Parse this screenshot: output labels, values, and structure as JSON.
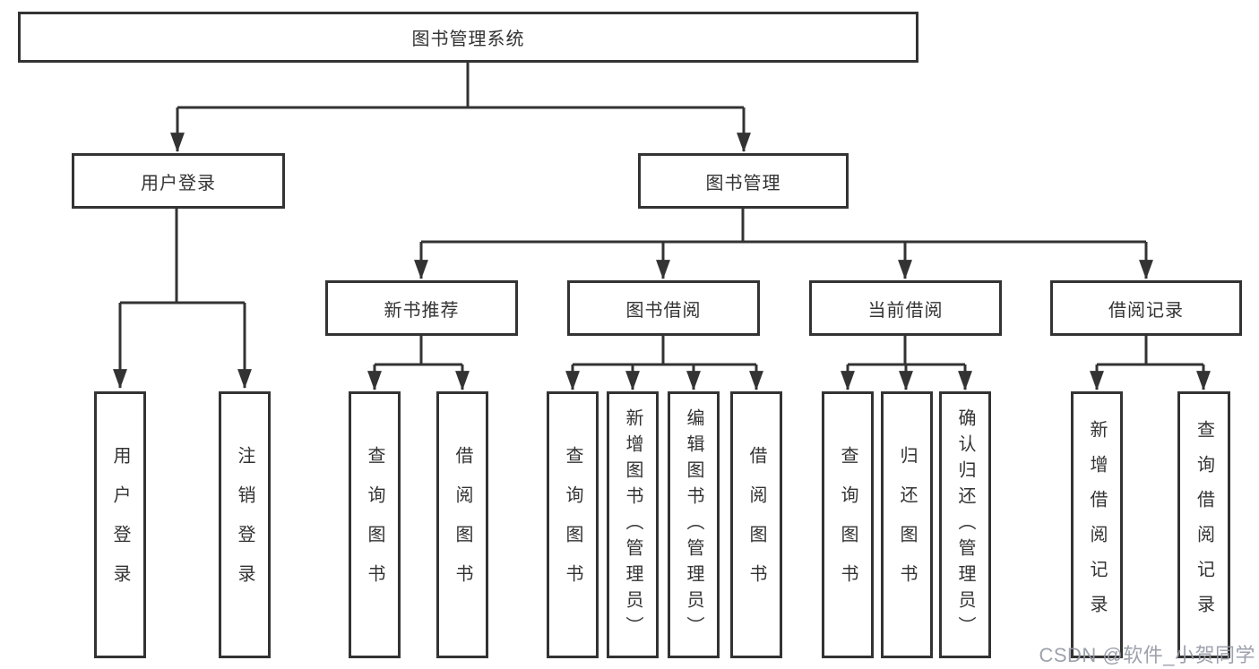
{
  "colors": {
    "line": "#333333",
    "box-border": "#333333",
    "text": "#333333",
    "bg": "#ffffff",
    "watermark": "#959aa6"
  },
  "nodes": {
    "root": "图书管理系统",
    "level2": [
      "用户登录",
      "图书管理"
    ],
    "level3": [
      "新书推荐",
      "图书借阅",
      "当前借阅",
      "借阅记录"
    ],
    "leaves": [
      "用户登录",
      "注销登录",
      "查询图书",
      "借阅图书",
      "查询图书",
      "新增图书（管理员）",
      "编辑图书（管理员）",
      "借阅图书",
      "查询图书",
      "归还图书",
      "确认归还（管理员）",
      "新增借阅记录",
      "查询借阅记录"
    ]
  },
  "watermark": {
    "text": "CSDN @软件_小贺同学"
  }
}
